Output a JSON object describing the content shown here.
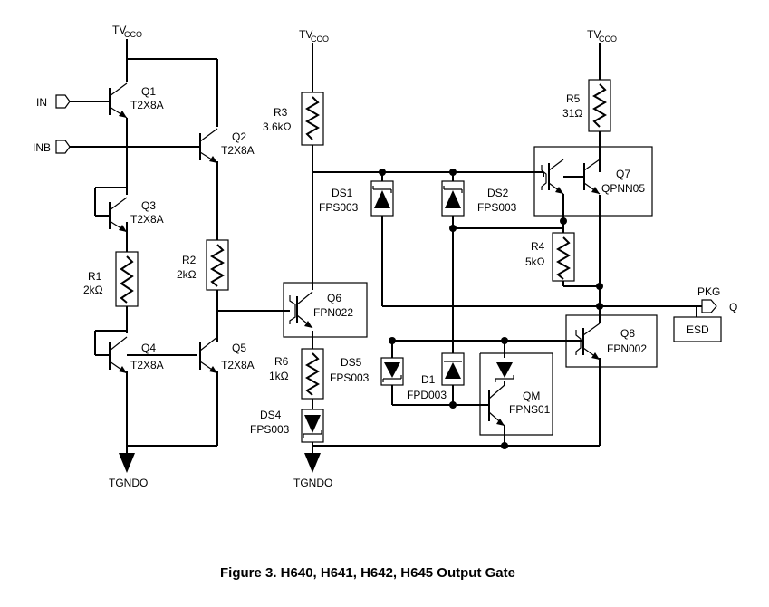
{
  "supply_top": "TV",
  "supply_sub": "CCO",
  "ground": "TGNDO",
  "inputs": {
    "in": "IN",
    "inb": "INB"
  },
  "output": {
    "pkg": "PKG",
    "q": "Q",
    "esd": "ESD"
  },
  "transistors": {
    "q1": {
      "name": "Q1",
      "type": "T2X8A"
    },
    "q2": {
      "name": "Q2",
      "type": "T2X8A"
    },
    "q3": {
      "name": "Q3",
      "type": "T2X8A"
    },
    "q4": {
      "name": "Q4",
      "type": "T2X8A"
    },
    "q5": {
      "name": "Q5",
      "type": "T2X8A"
    },
    "q6": {
      "name": "Q6",
      "type": "FPN022"
    },
    "q7": {
      "name": "Q7",
      "type": "QPNN05"
    },
    "q8": {
      "name": "Q8",
      "type": "FPN002"
    },
    "qm": {
      "name": "QM",
      "type": "FPNS01"
    }
  },
  "resistors": {
    "r1": {
      "name": "R1",
      "value": "2kΩ"
    },
    "r2": {
      "name": "R2",
      "value": "2kΩ"
    },
    "r3": {
      "name": "R3",
      "value": "3.6kΩ"
    },
    "r4": {
      "name": "R4",
      "value": "5kΩ"
    },
    "r5": {
      "name": "R5",
      "value": "31Ω"
    },
    "r6": {
      "name": "R6",
      "value": "1kΩ"
    }
  },
  "diodes": {
    "ds1": {
      "name": "DS1",
      "type": "FPS003"
    },
    "ds2": {
      "name": "DS2",
      "type": "FPS003"
    },
    "ds4": {
      "name": "DS4",
      "type": "FPS003"
    },
    "ds5": {
      "name": "DS5",
      "type": "FPS003"
    },
    "d1": {
      "name": "D1",
      "type": "FPD003"
    }
  },
  "caption": "Figure 3. H640, H641, H642, H645 Output Gate"
}
